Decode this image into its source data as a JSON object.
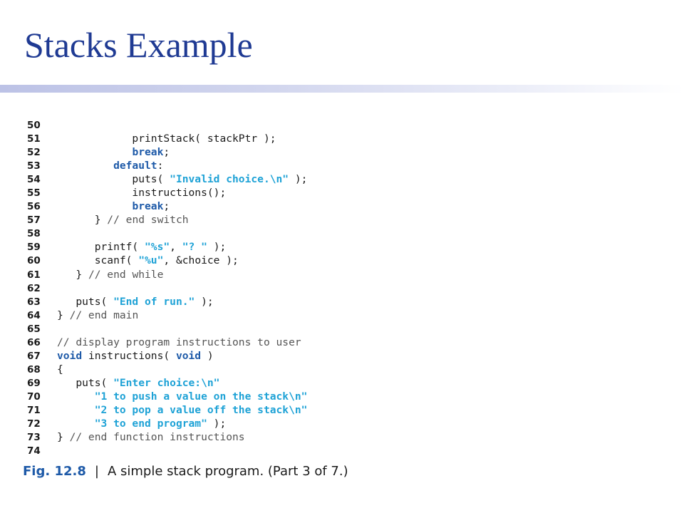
{
  "slide": {
    "title": "Stacks Example"
  },
  "code_lines": [
    {
      "num": "50",
      "tokens": []
    },
    {
      "num": "51",
      "tokens": [
        {
          "t": "p",
          "v": "            printStack( stackPtr );"
        }
      ]
    },
    {
      "num": "52",
      "tokens": [
        {
          "t": "p",
          "v": "            "
        },
        {
          "t": "kw",
          "v": "break"
        },
        {
          "t": "p",
          "v": ";"
        }
      ]
    },
    {
      "num": "53",
      "tokens": [
        {
          "t": "p",
          "v": "         "
        },
        {
          "t": "kw",
          "v": "default"
        },
        {
          "t": "p",
          "v": ":"
        }
      ]
    },
    {
      "num": "54",
      "tokens": [
        {
          "t": "p",
          "v": "            puts( "
        },
        {
          "t": "str",
          "v": "\"Invalid choice.\\n\""
        },
        {
          "t": "p",
          "v": " );"
        }
      ]
    },
    {
      "num": "55",
      "tokens": [
        {
          "t": "p",
          "v": "            instructions();"
        }
      ]
    },
    {
      "num": "56",
      "tokens": [
        {
          "t": "p",
          "v": "            "
        },
        {
          "t": "kw",
          "v": "break"
        },
        {
          "t": "p",
          "v": ";"
        }
      ]
    },
    {
      "num": "57",
      "tokens": [
        {
          "t": "p",
          "v": "      } "
        },
        {
          "t": "cm",
          "v": "// end switch"
        }
      ]
    },
    {
      "num": "58",
      "tokens": []
    },
    {
      "num": "59",
      "tokens": [
        {
          "t": "p",
          "v": "      printf( "
        },
        {
          "t": "str",
          "v": "\"%s\""
        },
        {
          "t": "p",
          "v": ", "
        },
        {
          "t": "str",
          "v": "\"? \""
        },
        {
          "t": "p",
          "v": " );"
        }
      ]
    },
    {
      "num": "60",
      "tokens": [
        {
          "t": "p",
          "v": "      scanf( "
        },
        {
          "t": "str",
          "v": "\"%u\""
        },
        {
          "t": "p",
          "v": ", &choice );"
        }
      ]
    },
    {
      "num": "61",
      "tokens": [
        {
          "t": "p",
          "v": "   } "
        },
        {
          "t": "cm",
          "v": "// end while"
        }
      ]
    },
    {
      "num": "62",
      "tokens": []
    },
    {
      "num": "63",
      "tokens": [
        {
          "t": "p",
          "v": "   puts( "
        },
        {
          "t": "str",
          "v": "\"End of run.\""
        },
        {
          "t": "p",
          "v": " );"
        }
      ]
    },
    {
      "num": "64",
      "tokens": [
        {
          "t": "p",
          "v": "} "
        },
        {
          "t": "cm",
          "v": "// end main"
        }
      ]
    },
    {
      "num": "65",
      "tokens": []
    },
    {
      "num": "66",
      "tokens": [
        {
          "t": "cm",
          "v": "// display program instructions to user"
        }
      ]
    },
    {
      "num": "67",
      "tokens": [
        {
          "t": "kw",
          "v": "void"
        },
        {
          "t": "p",
          "v": " instructions( "
        },
        {
          "t": "kw",
          "v": "void"
        },
        {
          "t": "p",
          "v": " )"
        }
      ]
    },
    {
      "num": "68",
      "tokens": [
        {
          "t": "p",
          "v": "{"
        }
      ]
    },
    {
      "num": "69",
      "tokens": [
        {
          "t": "p",
          "v": "   puts( "
        },
        {
          "t": "str",
          "v": "\"Enter choice:\\n\""
        }
      ]
    },
    {
      "num": "70",
      "tokens": [
        {
          "t": "p",
          "v": "      "
        },
        {
          "t": "str",
          "v": "\"1 to push a value on the stack\\n\""
        }
      ]
    },
    {
      "num": "71",
      "tokens": [
        {
          "t": "p",
          "v": "      "
        },
        {
          "t": "str",
          "v": "\"2 to pop a value off the stack\\n\""
        }
      ]
    },
    {
      "num": "72",
      "tokens": [
        {
          "t": "p",
          "v": "      "
        },
        {
          "t": "str",
          "v": "\"3 to end program\""
        },
        {
          "t": "p",
          "v": " );"
        }
      ]
    },
    {
      "num": "73",
      "tokens": [
        {
          "t": "p",
          "v": "} "
        },
        {
          "t": "cm",
          "v": "// end function instructions"
        }
      ]
    },
    {
      "num": "74",
      "tokens": []
    }
  ],
  "caption": {
    "label": "Fig. 12.8",
    "separator": "|",
    "text": "A simple stack program. (Part 3 of 7.)"
  },
  "colors": {
    "title": "#1f3a93",
    "keyword": "#1e5aa8",
    "string": "#1ea2d6",
    "comment": "#555555",
    "figure_label": "#1e5aa8"
  }
}
